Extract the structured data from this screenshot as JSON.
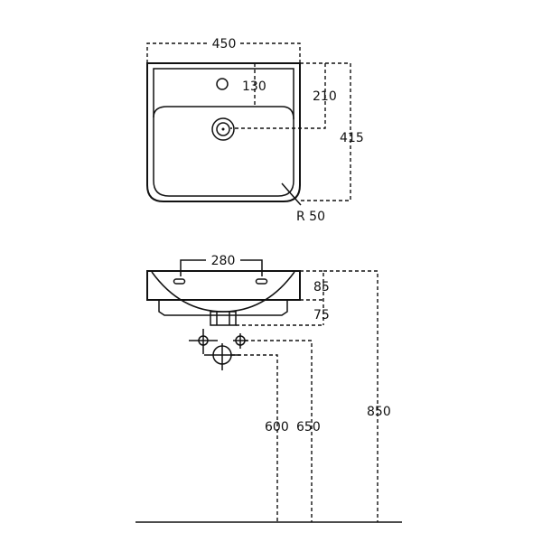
{
  "top_view": {
    "width_label": "450",
    "tap_offset_label": "130",
    "waste_offset_label": "210",
    "depth_label": "415",
    "radius_label": "R 50"
  },
  "side_view": {
    "tap_spacing_label": "280",
    "bowl_height_label": "85",
    "waste_height_label": "75",
    "supply_height_label": "600",
    "waste_pipe_height_label": "650",
    "rim_height_label": "850"
  }
}
